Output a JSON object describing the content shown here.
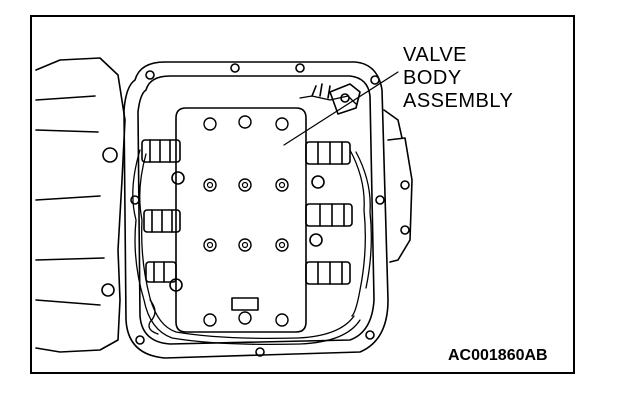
{
  "callout": {
    "line1": "VALVE",
    "line2": "BODY",
    "line3": "ASSEMBLY"
  },
  "figure_code": "AC001860AB",
  "colors": {
    "ink": "#000000",
    "paper": "#ffffff"
  }
}
